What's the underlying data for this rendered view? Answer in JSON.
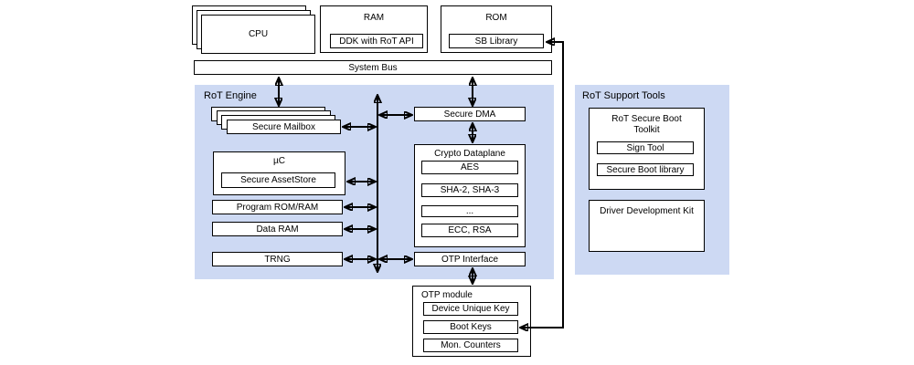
{
  "colors": {
    "panel_blue": "#cdd9f3",
    "border": "#000000",
    "box_fill": "#ffffff"
  },
  "blocks": {
    "cpu": "CPU",
    "ram_title": "RAM",
    "ram_inner": "DDK with RoT API",
    "rom_title": "ROM",
    "rom_inner": "SB Library",
    "system_bus": "System Bus"
  },
  "rot_engine": {
    "title": "RoT Engine",
    "secure_mailbox": "Secure Mailbox",
    "uc_title": "µC",
    "secure_assetstore": "Secure AssetStore",
    "program_rom_ram": "Program ROM/RAM",
    "data_ram": "Data RAM",
    "trng": "TRNG",
    "secure_dma": "Secure DMA",
    "crypto_title": "Crypto Dataplane",
    "crypto_engines": [
      "AES",
      "SHA-2, SHA-3",
      "...",
      "ECC, RSA"
    ],
    "otp_interface": "OTP Interface"
  },
  "otp_module": {
    "title": "OTP module",
    "items": [
      "Device Unique Key",
      "Boot Keys",
      "Mon. Counters"
    ]
  },
  "support_tools": {
    "title": "RoT Support Tools",
    "toolkit_title": "RoT Secure Boot Toolkit",
    "sign_tool": "Sign Tool",
    "secure_boot_library": "Secure Boot library",
    "ddk": "Driver Development Kit"
  }
}
